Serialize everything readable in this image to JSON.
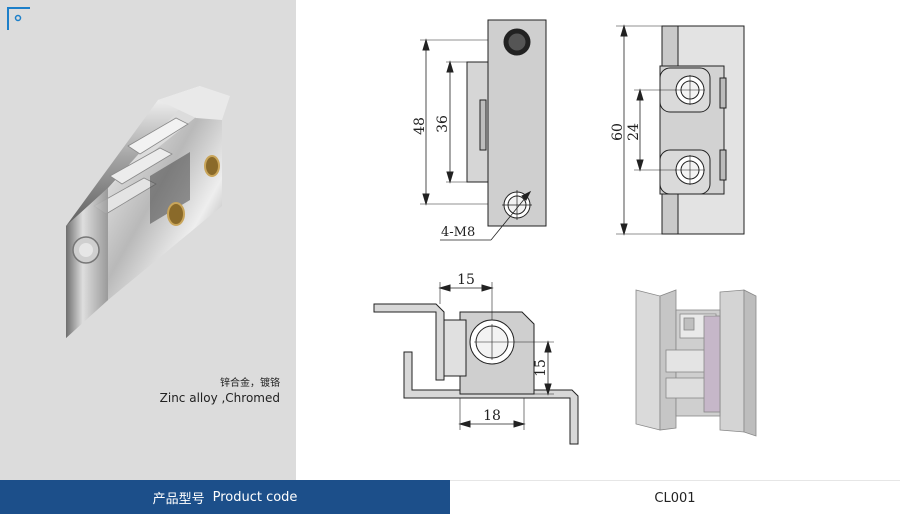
{
  "caption": {
    "material_cn": "锌合金，镀铬",
    "material_en": "Zinc alloy ,Chromed"
  },
  "drawings": {
    "front_view": {
      "dim_height": "48",
      "dim_hole_spacing": "36",
      "hole_note": "4-M8"
    },
    "side_view": {
      "dim_height": "60",
      "dim_hole_spacing": "24"
    },
    "section_view": {
      "dim_top": "15",
      "dim_right": "15",
      "dim_bottom": "18"
    }
  },
  "footer": {
    "label_cn": "产品型号",
    "label_en": "Product code",
    "code": "CL001"
  },
  "colors": {
    "footer_blue": "#1c4f8a",
    "photo_bg": "#dcdcdc",
    "part_gray": "#cfcfcf"
  }
}
